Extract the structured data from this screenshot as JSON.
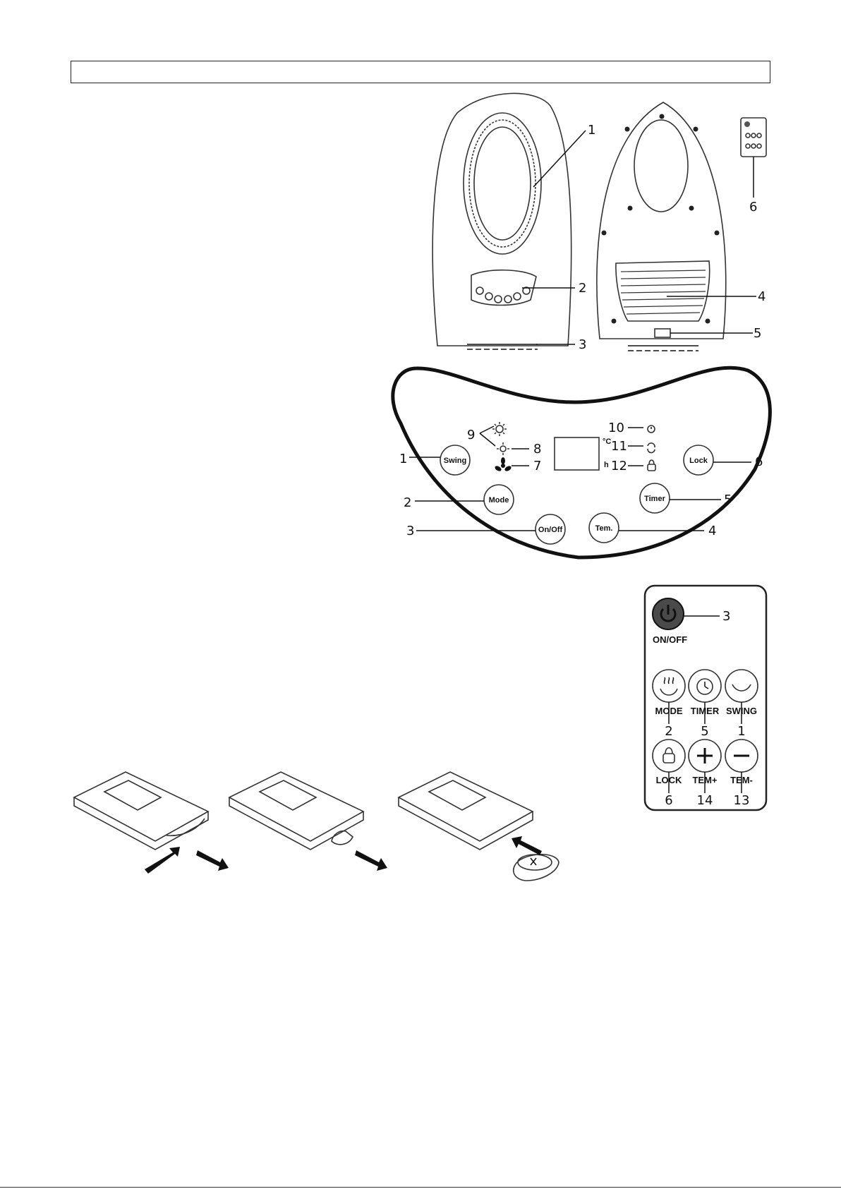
{
  "fig_device": {
    "labels": [
      "1",
      "2",
      "3",
      "4",
      "5",
      "6"
    ]
  },
  "control_panel": {
    "buttons": {
      "swing": "Swing",
      "mode": "Mode",
      "onoff": "On/Off",
      "tem": "Tem.",
      "timer": "Timer",
      "lock": "Lock"
    },
    "units": {
      "celsius": "°C",
      "hours": "h"
    },
    "labels": [
      "1",
      "2",
      "3",
      "4",
      "5",
      "6",
      "7",
      "8",
      "9",
      "10",
      "11",
      "12"
    ]
  },
  "remote": {
    "onoff_label": "ON/OFF",
    "mode_label": "MODE",
    "timer_label": "TIMER",
    "swing_label": "SWING",
    "lock_label": "LOCK",
    "temp_plus_label": "TEM+",
    "temp_minus_label": "TEM-",
    "numbers": {
      "onoff": "3",
      "mode": "2",
      "timer": "5",
      "swing": "1",
      "lock": "6",
      "temp_plus": "14",
      "temp_minus": "13"
    }
  }
}
